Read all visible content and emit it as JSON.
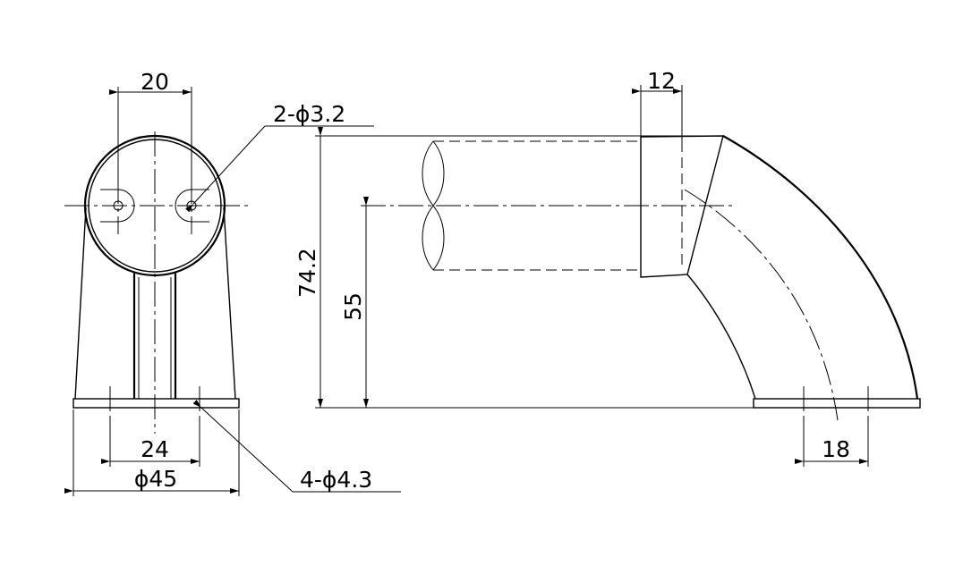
{
  "front_view": {
    "dim_hole_spacing": "20",
    "callout_top_holes": "2-ϕ3.2",
    "dim_base_hole_spacing": "24",
    "dim_base_diameter": "ϕ45",
    "callout_base_holes": "4-ϕ4.3"
  },
  "side_view": {
    "dim_tube_depth": "12",
    "dim_total_height": "74.2",
    "dim_center_height": "55",
    "dim_base_hole_spacing": "18"
  }
}
